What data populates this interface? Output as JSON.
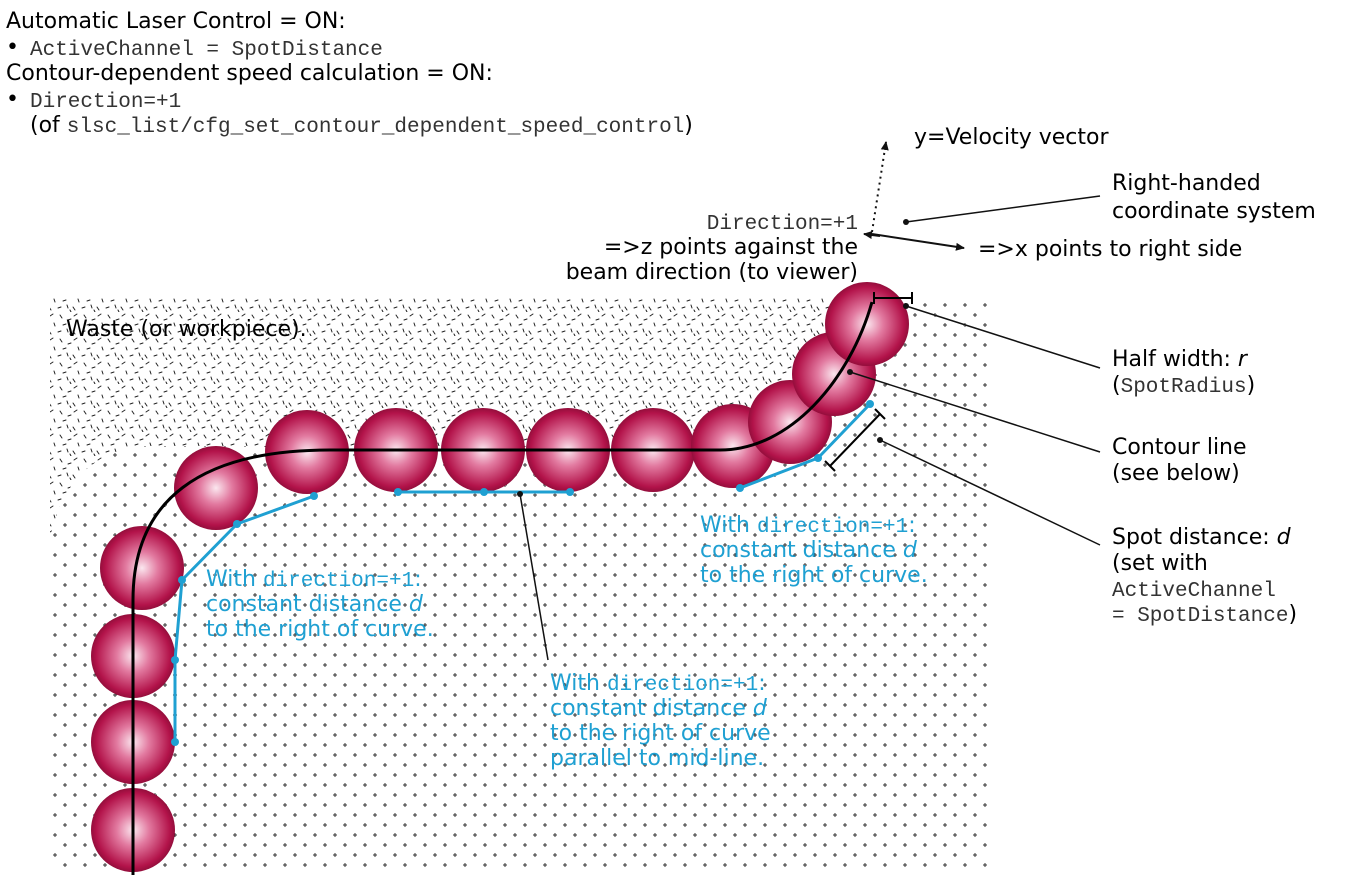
{
  "header": {
    "line1": "Automatic Laser Control = ON:",
    "line2_bullet": "•",
    "line2": "ActiveChannel = SpotDistance",
    "line3": "Contour-dependent speed calculation = ON:",
    "line4_bullet": "•",
    "line4": "Direction=+1",
    "line5_pre": "(of ",
    "line5_code": "slsc_list/cfg_set_contour_dependent_speed_control",
    "line5_post": ")"
  },
  "coord": {
    "y_label": "y=Velocity vector",
    "rh_line1": "Right-handed",
    "rh_line2": "coordinate system",
    "dir_code": "Direction=+1",
    "z_line1": "=>z points against the",
    "z_line2": "beam direction (to viewer)",
    "x_label": "=>x points to right side"
  },
  "waste_label": "Waste (or workpiece).",
  "labels": {
    "half_width_pre": "Half width: ",
    "half_width_var": "r",
    "half_width_code_open": "(",
    "half_width_code": "SpotRadius",
    "half_width_code_close": ")",
    "contour_line1": "Contour line",
    "contour_line2": "(see below)",
    "spot_pre": "Spot distance: ",
    "spot_var": "d",
    "spot_line2": "(set with",
    "spot_code1": "ActiveChannel",
    "spot_code2": "= SpotDistance",
    "spot_close": ")"
  },
  "notes": {
    "left_1a": "With ",
    "left_1b": "direction=+1",
    "left_1c": ":",
    "left_2a": "constant distance ",
    "left_2b": "d",
    "left_3": "to the right of curve.",
    "right_1a": "With ",
    "right_1b": "direction=+1",
    "right_1c": ":",
    "right_2a": "constant distance ",
    "right_2b": "d",
    "right_3": "to the right of curve.",
    "mid_1a": "With ",
    "mid_1b": "direction=+1",
    "mid_1c": ":",
    "mid_2a": "constant distance ",
    "mid_2b": "d",
    "mid_3": "to the right of curve",
    "mid_4": "parallel to mid-line."
  },
  "colors": {
    "blue": "#1fa0d2",
    "spot": "#b3134a",
    "text": "#111111"
  }
}
